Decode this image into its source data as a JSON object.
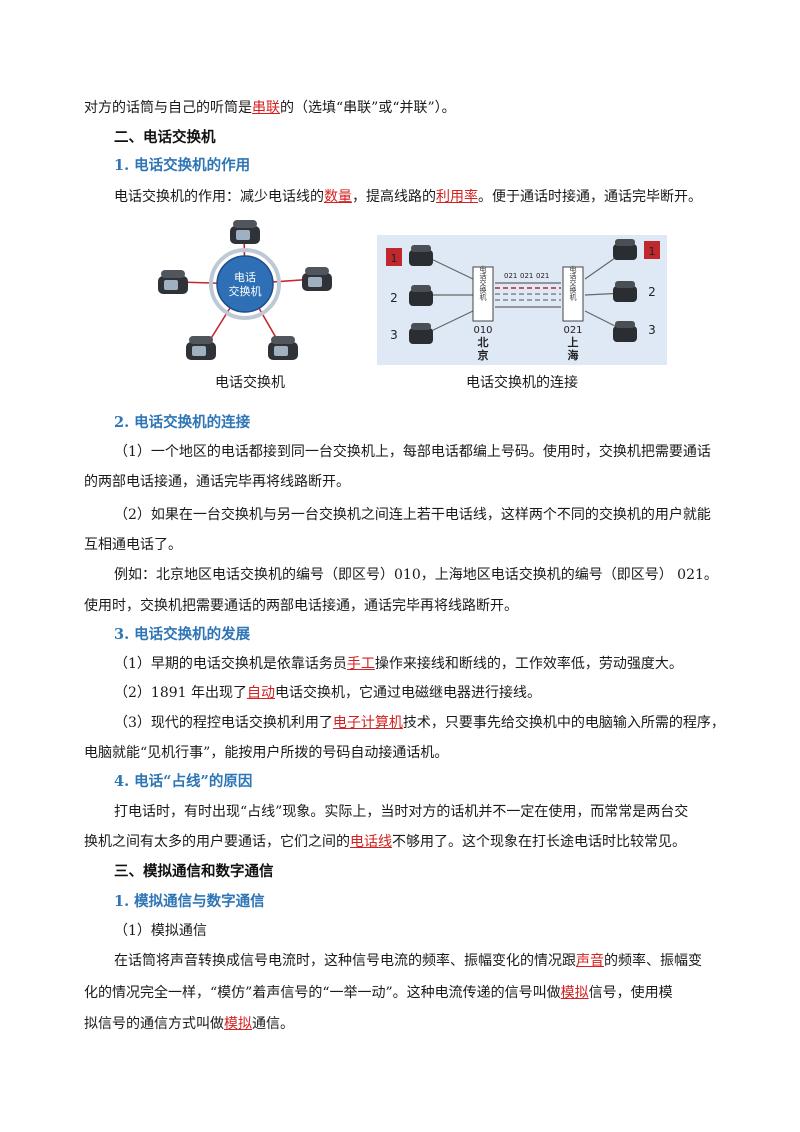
{
  "p0": {
    "a": "对方的话筒与自己的听筒是",
    "ans": "串联",
    "b": "的（选填“串联”或“并联”）。"
  },
  "sec2": {
    "title": "二、电话交换机"
  },
  "s1": {
    "title": "1. 电话交换机的作用",
    "a": "电话交换机的作用：减少电话线的",
    "ans1": "数量",
    "b": "，提高线路的",
    "ans2": "利用率",
    "c": "。便于通话时接通，通话完毕断开。"
  },
  "fig1": {
    "hub_line1": "电话",
    "hub_line2": "交换机",
    "caption": "电话交换机"
  },
  "fig2": {
    "caption": "电话交换机的连接",
    "left_labels": [
      "1",
      "2",
      "3"
    ],
    "right_labels": [
      "1",
      "2",
      "3"
    ],
    "switch_text": "电话交换机",
    "trunk_codes": [
      "021",
      "021",
      "021"
    ],
    "left_code": "010",
    "left_city_1": "北",
    "left_city_2": "京",
    "right_code": "021",
    "right_city_1": "上",
    "right_city_2": "海"
  },
  "s2": {
    "title": "2. 电话交换机的连接",
    "p1a": "（1）一个地区的电话都接到同一台交换机上，每部电话都编上号码。使用时，交换机把需要通话",
    "p1b": "的两部电话接通，通话完毕再将线路断开。",
    "p2a": "（2）如果在一台交换机与另一台交换机之间连上若干电话线，这样两个不同的交换机的用户就能",
    "p2b": "互相通电话了。",
    "p3a": "例如：北京地区电话交换机的编号（即区号）010，上海地区电话交换机的编号（即区号）  021。",
    "p3b": "使用时，交换机把需要通话的两部电话接通，通话完毕再将线路断开。"
  },
  "s3": {
    "title": "3. 电话交换机的发展",
    "p1a": "（1）早期的电话交换机是依靠话务员",
    "p1ans": "手工",
    "p1b": "操作来接线和断线的，工作效率低，劳动强度大。",
    "p2a": "（2）1891 年出现了",
    "p2ans": "自动",
    "p2b": "电话交换机，它通过电磁继电器进行接线。",
    "p3a": "（3）现代的程控电话交换机利用了",
    "p3ans": "电子计算机",
    "p3b": "技术，只要事先给交换机中的电脑输入所需的程序，",
    "p3c": "电脑就能“见机行事”，能按用户所拨的号码自动接通话机。"
  },
  "s4": {
    "title": "4. 电话“占线”的原因",
    "p1": "打电话时，有时出现“占线”现象。实际上，当时对方的话机并不一定在使用，而常常是两台交",
    "p2a": "换机之间有太多的用户要通话，它们之间的",
    "p2ans": "电话线",
    "p2b": "不够用了。这个现象在打长途电话时比较常见。"
  },
  "sec3": {
    "title": "三、模拟通信和数字通信"
  },
  "s5": {
    "title": "1. 模拟通信与数字通信",
    "sub": "（1）模拟通信",
    "p1a": "在话筒将声音转换成信号电流时，这种信号电流的频率、振幅变化的情况跟",
    "p1ans": "声音",
    "p1b": "的频率、振幅变",
    "p2a": "化的情况完全一样，“模仿”着声信号的“一举一动”。这种电流传递的信号叫做",
    "p2ans": "模拟",
    "p2b": "信号，使用模",
    "p3a": "拟信号的通信方式叫做",
    "p3ans": "模拟",
    "p3b": "通信。"
  },
  "colors": {
    "heading_blue": "#2e75b6",
    "answer_red": "#d42020",
    "hub_blue": "#2f6fb5",
    "label_red": "#c0282d"
  }
}
